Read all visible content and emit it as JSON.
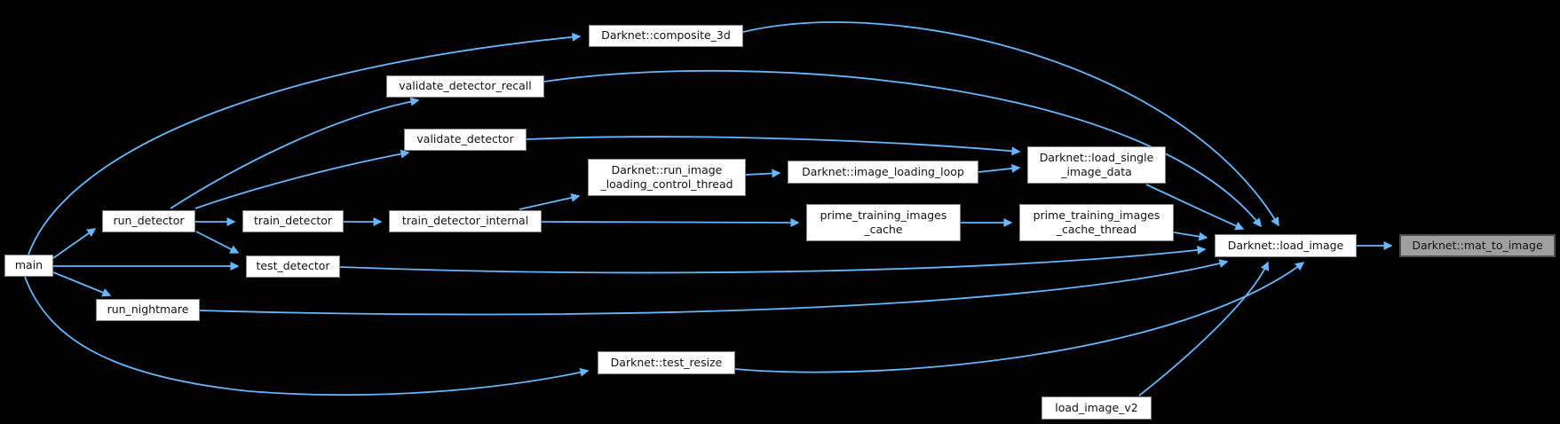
{
  "diagram": {
    "type": "call-graph",
    "background_color": "#000000",
    "edge_color": "#63b8ff",
    "node_fill_color": "#ffffff",
    "node_border_color": "#858585",
    "highlight_fill_color": "#9f9f9f",
    "highlight_border_color": "#4d4d4d",
    "text_color": "#121212"
  },
  "nodes": {
    "main": {
      "label": "main",
      "highlighted": false
    },
    "run_detector": {
      "label": "run_detector",
      "highlighted": false
    },
    "train_detector": {
      "label": "train_detector",
      "highlighted": false
    },
    "train_detector_internal": {
      "label": "train_detector_internal",
      "highlighted": false
    },
    "test_detector": {
      "label": "test_detector",
      "highlighted": false
    },
    "run_nightmare": {
      "label": "run_nightmare",
      "highlighted": false
    },
    "validate_detector_recall": {
      "label": "validate_detector_recall",
      "highlighted": false
    },
    "validate_detector": {
      "label": "validate_detector",
      "highlighted": false
    },
    "composite_3d": {
      "label": "Darknet::composite_3d",
      "highlighted": false
    },
    "run_image_loading_control_thread": {
      "label": "Darknet::run_image\n_loading_control_thread",
      "highlighted": false
    },
    "image_loading_loop": {
      "label": "Darknet::image_loading_loop",
      "highlighted": false
    },
    "load_single_image_data": {
      "label": "Darknet::load_single\n_image_data",
      "highlighted": false
    },
    "prime_training_images_cache": {
      "label": "prime_training_images\n_cache",
      "highlighted": false
    },
    "prime_training_images_cache_thread": {
      "label": "prime_training_images\n_cache_thread",
      "highlighted": false
    },
    "load_image": {
      "label": "Darknet::load_image",
      "highlighted": false
    },
    "mat_to_image": {
      "label": "Darknet::mat_to_image",
      "highlighted": true
    },
    "test_resize": {
      "label": "Darknet::test_resize",
      "highlighted": false
    },
    "load_image_v2": {
      "label": "load_image_v2",
      "highlighted": false
    }
  },
  "edges": [
    {
      "from": "main",
      "to": "run_detector"
    },
    {
      "from": "main",
      "to": "test_detector"
    },
    {
      "from": "main",
      "to": "run_nightmare"
    },
    {
      "from": "main",
      "to": "composite_3d"
    },
    {
      "from": "main",
      "to": "test_resize"
    },
    {
      "from": "run_detector",
      "to": "train_detector"
    },
    {
      "from": "run_detector",
      "to": "test_detector"
    },
    {
      "from": "run_detector",
      "to": "validate_detector_recall"
    },
    {
      "from": "run_detector",
      "to": "validate_detector"
    },
    {
      "from": "train_detector",
      "to": "train_detector_internal"
    },
    {
      "from": "train_detector_internal",
      "to": "run_image_loading_control_thread"
    },
    {
      "from": "train_detector_internal",
      "to": "prime_training_images_cache"
    },
    {
      "from": "run_image_loading_control_thread",
      "to": "image_loading_loop"
    },
    {
      "from": "image_loading_loop",
      "to": "load_single_image_data"
    },
    {
      "from": "validate_detector",
      "to": "load_single_image_data"
    },
    {
      "from": "prime_training_images_cache",
      "to": "prime_training_images_cache_thread"
    },
    {
      "from": "prime_training_images_cache_thread",
      "to": "load_image"
    },
    {
      "from": "load_single_image_data",
      "to": "load_image"
    },
    {
      "from": "validate_detector_recall",
      "to": "load_image"
    },
    {
      "from": "composite_3d",
      "to": "load_image"
    },
    {
      "from": "test_detector",
      "to": "load_image"
    },
    {
      "from": "run_nightmare",
      "to": "load_image"
    },
    {
      "from": "test_resize",
      "to": "load_image"
    },
    {
      "from": "load_image_v2",
      "to": "load_image"
    },
    {
      "from": "load_image",
      "to": "mat_to_image"
    }
  ]
}
